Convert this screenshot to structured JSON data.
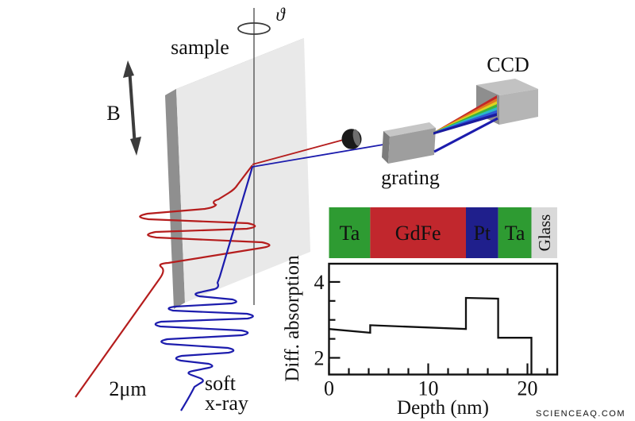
{
  "labels": {
    "sample": "sample",
    "theta": "ϑ",
    "b_field": "B",
    "ir_wavelength": "2μm",
    "xray_line1": "soft",
    "xray_line2": "x-ray",
    "grating": "grating",
    "ccd": "CCD"
  },
  "stack": {
    "layers": [
      {
        "label": "Ta",
        "color": "#2e9b32",
        "text_color": "#ffffff",
        "from_nm": 0,
        "to_nm": 4.15,
        "vertical": false
      },
      {
        "label": "GdFe",
        "color": "#c1272d",
        "text_color": "#ffffff",
        "from_nm": 4.15,
        "to_nm": 13.8,
        "vertical": false
      },
      {
        "label": "Pt",
        "color": "#1f1f8c",
        "text_color": "#ffffff",
        "from_nm": 13.8,
        "to_nm": 17.05,
        "vertical": false
      },
      {
        "label": "Ta",
        "color": "#2e9b32",
        "text_color": "#ffffff",
        "from_nm": 17.05,
        "to_nm": 20.4,
        "vertical": false
      },
      {
        "label": "Glass",
        "color": "#d9d9d9",
        "text_color": "#111111",
        "from_nm": 20.4,
        "to_nm": 23,
        "vertical": true
      }
    ]
  },
  "chart_data": {
    "type": "line",
    "title": "",
    "xlabel": "Depth (nm)",
    "ylabel": "Diff. absorption",
    "xlim": [
      0,
      23
    ],
    "ylim": [
      1.56,
      4.48
    ],
    "grid": false,
    "x_major_ticks": [
      0,
      10,
      20
    ],
    "x_minor_ticks": [
      2,
      4,
      6,
      8,
      12,
      14,
      16,
      18,
      22
    ],
    "y_major_ticks": [
      2,
      4
    ],
    "y_minor_ticks": [
      2.5,
      3,
      3.5
    ],
    "points": [
      [
        0,
        2.76
      ],
      [
        4.15,
        2.66
      ],
      [
        4.15,
        2.86
      ],
      [
        13.8,
        2.76
      ],
      [
        13.8,
        3.58
      ],
      [
        17.05,
        3.56
      ],
      [
        17.05,
        2.53
      ],
      [
        20.4,
        2.53
      ],
      [
        20.4,
        1.56
      ]
    ]
  },
  "beams": {
    "ir_color": "#b51d1d",
    "xray_color": "#1c1cad",
    "rainbow_colors": [
      "#c22727",
      "#e07820",
      "#ddd31f",
      "#3cb53c",
      "#29b8c9",
      "#2f55d6",
      "#1b1b9e"
    ]
  },
  "colors": {
    "slab_face": "#e9e9e9",
    "slab_edge": "#8f8f8f",
    "slab_top": "#a6a6a6",
    "axis_line": "#555555",
    "arrow": "#3c3c3c",
    "plot_ink": "#111111"
  },
  "watermark": {
    "text": "SCIENCEAQ.COM",
    "color": "#f0b4b4"
  }
}
